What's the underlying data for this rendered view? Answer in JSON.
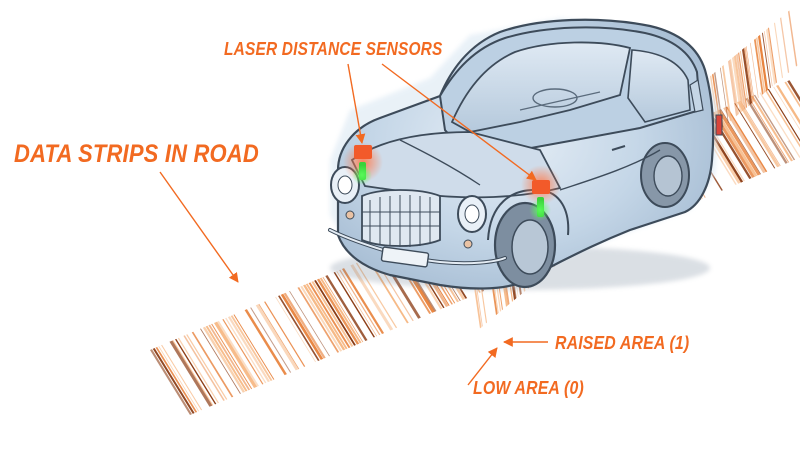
{
  "labels": {
    "data_strips": "DATA STRIPS IN ROAD",
    "laser_sensors": "LASER DISTANCE SENSORS",
    "raised_area": "RAISED AREA (1)",
    "low_area": "LOW AREA (0)"
  },
  "colors": {
    "accent": "#f26a21",
    "strip_dark": "#8a3a12",
    "strip_orange": "#e8833d",
    "strip_light": "#f6b681",
    "car_body": "#c9d9e8",
    "car_outline": "#3d4b5a",
    "sensor_red": "#f25a2a",
    "sensor_green": "#3ad23a"
  },
  "icons": [
    "car-illustration",
    "laser-sensor-icon"
  ]
}
